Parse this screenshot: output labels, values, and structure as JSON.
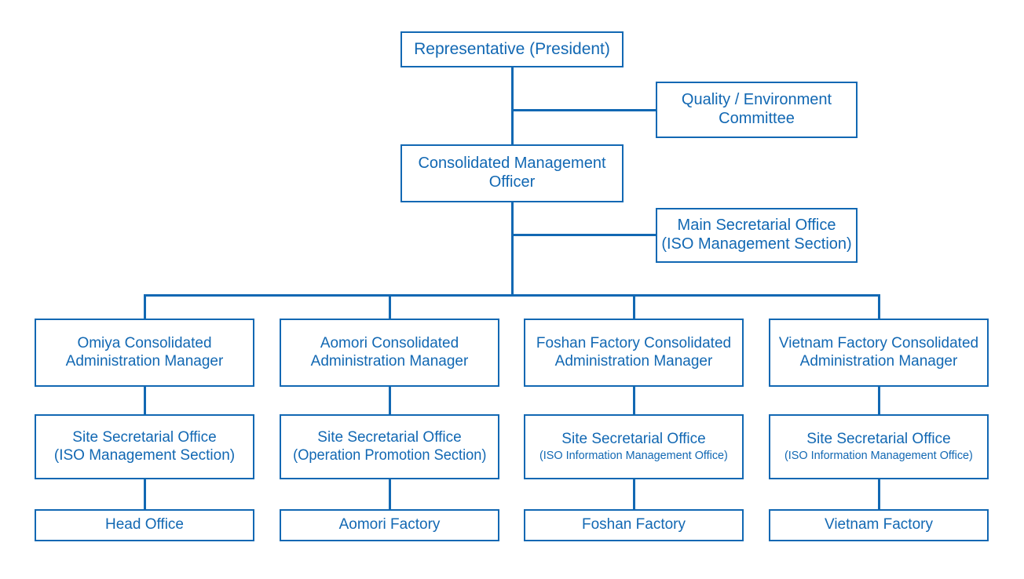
{
  "chart": {
    "type": "organization-chart",
    "accent_color": "#1268b3",
    "background_color": "#ffffff",
    "nodes": {
      "representative": {
        "title": "Representative (President)"
      },
      "quality_committee": {
        "title": "Quality / Environment",
        "title2": "Committee"
      },
      "management_officer": {
        "title": "Consolidated Management",
        "title2": "Officer"
      },
      "main_secretarial": {
        "title": "Main Secretarial Office",
        "subtitle": "(ISO Management Section)"
      },
      "col1_manager": {
        "title": "Omiya Consolidated",
        "title2": "Administration Manager"
      },
      "col2_manager": {
        "title": "Aomori Consolidated",
        "title2": "Administration Manager"
      },
      "col3_manager": {
        "title": "Foshan Factory Consolidated",
        "title2": "Administration Manager"
      },
      "col4_manager": {
        "title": "Vietnam Factory Consolidated",
        "title2": "Administration Manager"
      },
      "col1_office": {
        "title": "Site Secretarial Office",
        "subtitle": "(ISO Management Section)"
      },
      "col2_office": {
        "title": "Site Secretarial Office",
        "subtitle": "(Operation Promotion Section)"
      },
      "col3_office": {
        "title": "Site Secretarial Office",
        "subtitle": "(ISO Information Management Office)"
      },
      "col4_office": {
        "title": "Site Secretarial Office",
        "subtitle": "(ISO Information Management Office)"
      },
      "col1_site": {
        "title": "Head Office"
      },
      "col2_site": {
        "title": "Aomori Factory"
      },
      "col3_site": {
        "title": "Foshan Factory"
      },
      "col4_site": {
        "title": "Vietnam Factory"
      }
    }
  }
}
